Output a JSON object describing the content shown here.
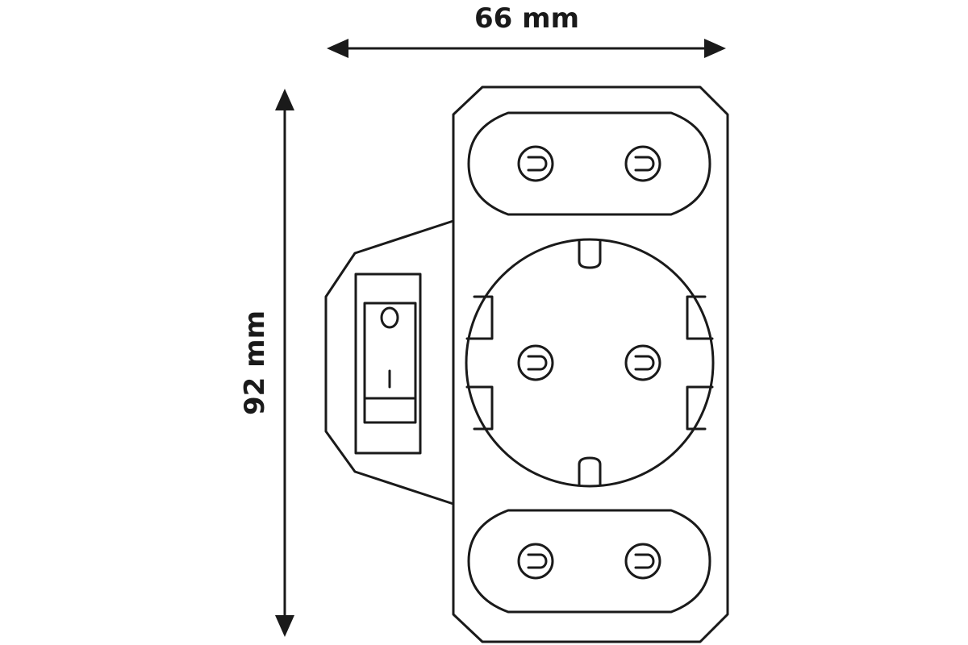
{
  "dimensions": {
    "width_label": "66 mm",
    "height_label": "92 mm"
  },
  "switch": {
    "on_mark": "I",
    "off_mark": "O"
  },
  "colors": {
    "line": "#1a1a1a",
    "background": "#ffffff"
  }
}
